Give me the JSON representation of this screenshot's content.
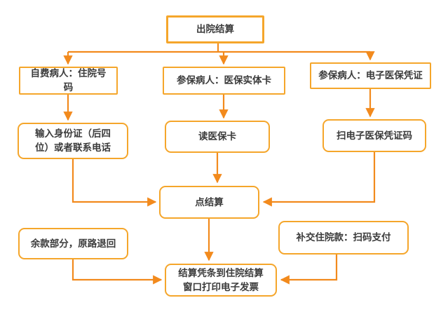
{
  "colors": {
    "box_border": "#F5A62B",
    "arrow": "#F28A1D",
    "text": "#3B3B3B",
    "background": "#FFFFFF"
  },
  "nodes": {
    "start": {
      "label": "出院结算"
    },
    "selfpay": {
      "label": "自费病人：住院号码"
    },
    "insured_card": {
      "label": "参保病人：医保实体卡"
    },
    "insured_ecert": {
      "label": "参保病人：电子医保凭证"
    },
    "enter_id": {
      "label": "输入身份证（后四位）或者联系电话"
    },
    "read_card": {
      "label": "读医保卡"
    },
    "scan_cert": {
      "label": "扫电子医保凭证码"
    },
    "settle": {
      "label": "点结算"
    },
    "refund": {
      "label": "余款部分，原路退回"
    },
    "pay": {
      "label": "补交住院款：扫码支付"
    },
    "print": {
      "label": "结算凭条到住院结算窗口打印电子发票"
    }
  },
  "edges": [
    {
      "from": "start",
      "to": "selfpay"
    },
    {
      "from": "start",
      "to": "insured_card"
    },
    {
      "from": "start",
      "to": "insured_ecert"
    },
    {
      "from": "selfpay",
      "to": "enter_id"
    },
    {
      "from": "insured_card",
      "to": "read_card"
    },
    {
      "from": "insured_ecert",
      "to": "scan_cert"
    },
    {
      "from": "enter_id",
      "to": "settle"
    },
    {
      "from": "read_card",
      "to": "settle"
    },
    {
      "from": "scan_cert",
      "to": "settle"
    },
    {
      "from": "settle",
      "to": "print"
    },
    {
      "from": "refund",
      "to": "print"
    },
    {
      "from": "pay",
      "to": "print"
    }
  ]
}
